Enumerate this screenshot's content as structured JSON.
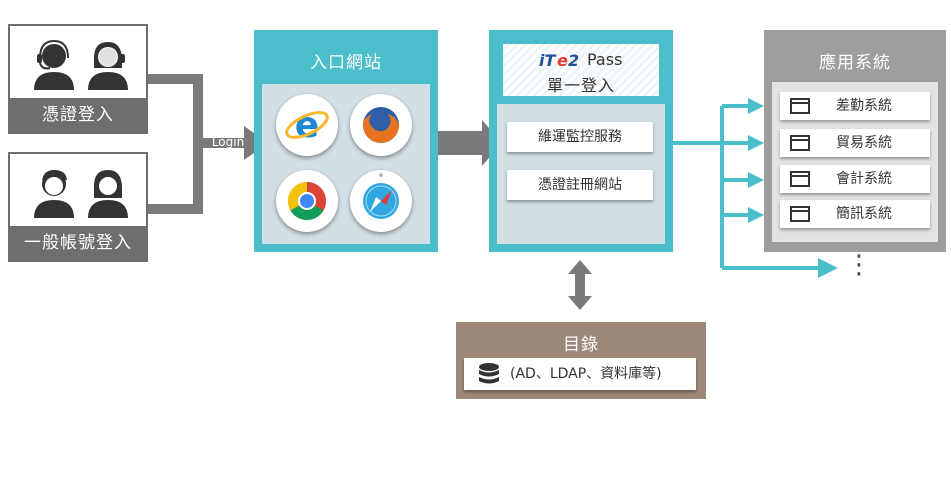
{
  "users": {
    "cert_login": "憑證登入",
    "account_login": "一般帳號登入"
  },
  "connector_label": "Login",
  "portal": {
    "title": "入口網站",
    "browsers": [
      "internet-explorer-icon",
      "firefox-icon",
      "chrome-icon",
      "safari-icon"
    ]
  },
  "sso": {
    "brand": "Pass",
    "subtitle": "單一登入",
    "services": [
      "維運監控服務",
      "憑證註冊網站"
    ]
  },
  "apps": {
    "title": "應用系統",
    "items": [
      "差勤系統",
      "貿易系統",
      "會計系統",
      "簡訊系統"
    ],
    "more": "⋮"
  },
  "directory": {
    "title": "目錄",
    "content": "(AD、LDAP、資料庫等)"
  },
  "colors": {
    "teal": "#4bbecc",
    "gray_arrow": "#7a7a7a",
    "dark_gray": "#6e6e6e",
    "app_gray": "#9e9e9e",
    "brown": "#9c8778",
    "light_panel": "#d2dfe5"
  }
}
